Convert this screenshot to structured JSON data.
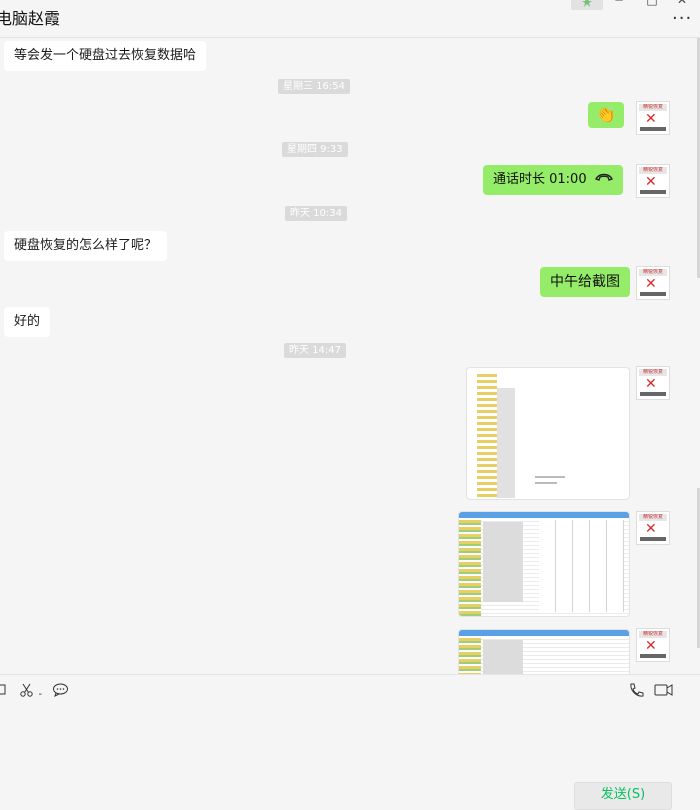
{
  "window": {
    "title": "电脑赵霞",
    "pin_icon": "pin-icon",
    "minimize_icon": "─",
    "maximize_icon": "□",
    "close_icon": "✕",
    "more_label": "···"
  },
  "messages": [
    {
      "type": "incoming-text",
      "text": "等会发一个硬盘过去恢复数据哈"
    },
    {
      "type": "timestamp",
      "text": "星期三 16:54"
    },
    {
      "type": "outgoing-emoji",
      "text": "👏"
    },
    {
      "type": "timestamp",
      "text": "星期四 9:33"
    },
    {
      "type": "outgoing-call",
      "text": "通话时长 01:00",
      "icon": "phone-hangup-icon"
    },
    {
      "type": "timestamp",
      "text": "昨天 10:34"
    },
    {
      "type": "incoming-text",
      "text": "硬盘恢复的怎么样了呢？"
    },
    {
      "type": "outgoing-text",
      "text": "中午给截图"
    },
    {
      "type": "incoming-text",
      "text": "好的"
    },
    {
      "type": "timestamp",
      "text": "昨天 14:47"
    },
    {
      "type": "outgoing-image",
      "image": "file-explorer-screenshot"
    },
    {
      "type": "outgoing-image",
      "image": "file-list-screenshot"
    },
    {
      "type": "outgoing-image",
      "image": "file-list-screenshot"
    }
  ],
  "avatar": {
    "label": "精锐恢复"
  },
  "toolbar": {
    "icons": [
      "folder-icon",
      "scissors-icon",
      "chat-history-icon",
      "phone-icon",
      "video-call-icon"
    ],
    "scissors_suffix": "-"
  },
  "input": {
    "send_label": "发送(S)"
  },
  "colors": {
    "outgoing_bubble": "#95ec69",
    "incoming_bubble": "#ffffff",
    "send_text": "#07c160",
    "background": "#f5f5f5"
  }
}
